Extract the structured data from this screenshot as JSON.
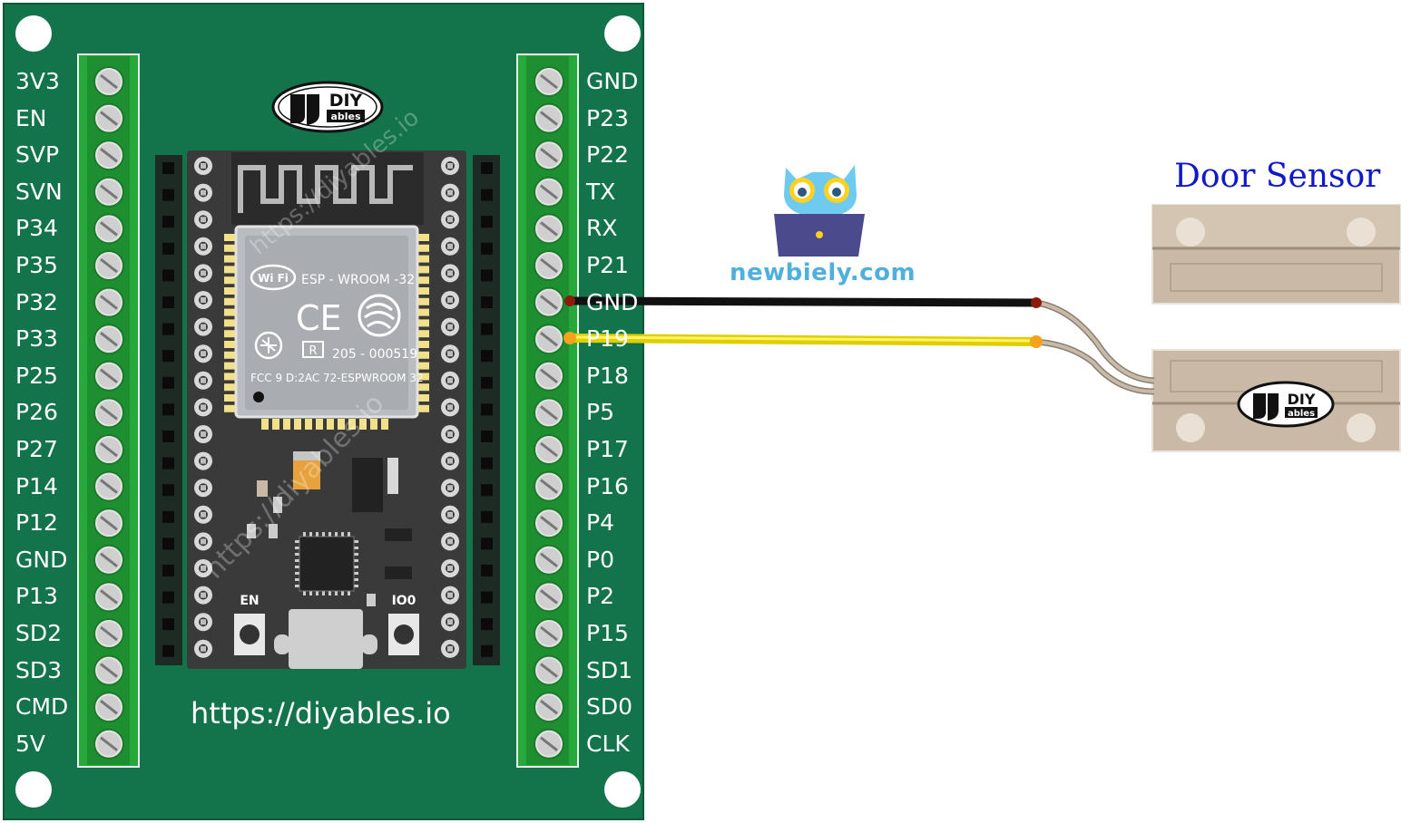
{
  "board": {
    "left_pins": [
      "3V3",
      "EN",
      "SVP",
      "SVN",
      "P34",
      "P35",
      "P32",
      "P33",
      "P25",
      "P26",
      "P27",
      "P14",
      "P12",
      "GND",
      "P13",
      "SD2",
      "SD3",
      "CMD",
      "5V"
    ],
    "right_pins": [
      "GND",
      "P23",
      "P22",
      "TX",
      "RX",
      "P21",
      "GND",
      "P19",
      "P18",
      "P5",
      "P17",
      "P16",
      "P4",
      "P0",
      "P2",
      "P15",
      "SD1",
      "SD0",
      "CLK"
    ],
    "url": "https://diyables.io",
    "logo": {
      "top": "DIY",
      "bottom": "ables"
    },
    "module": {
      "wifi": "Wi Fi",
      "model": "ESP - WROOM -32",
      "ce": "CE",
      "reg_mark": "R",
      "cert": "205 - 000519",
      "fcc": "FCC 9 D:2AC 72-ESPWROOM  32"
    },
    "buttons": {
      "left": "EN",
      "right": "IO0"
    },
    "watermark": "https://diyables.io"
  },
  "brand": {
    "text": "newbiely.com",
    "color": "#4fb0de"
  },
  "sensor": {
    "title": "Door Sensor",
    "title_color": "#1018c8",
    "logo": {
      "top": "DIY",
      "bottom": "ables"
    }
  },
  "wires": [
    {
      "name": "black-wire",
      "from": "GND",
      "to": "Door Sensor",
      "color": "#111111"
    },
    {
      "name": "yellow-wire",
      "from": "P19",
      "to": "Door Sensor",
      "color": "#f5e400"
    }
  ],
  "colors": {
    "pcb": "#13734a",
    "terminal": "#27a83a",
    "module": "#3a3a3a"
  }
}
